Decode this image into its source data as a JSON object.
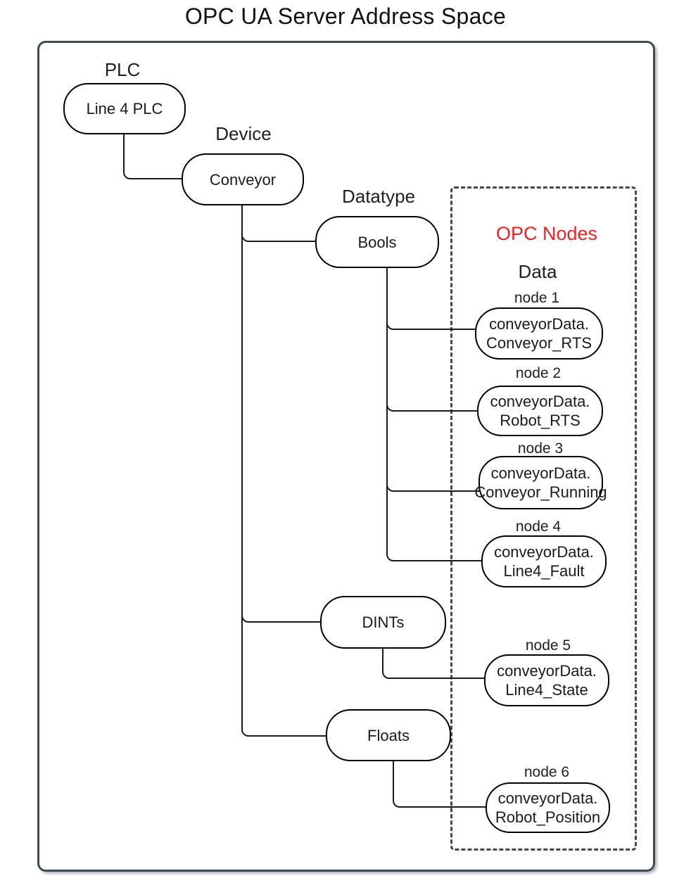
{
  "colors": {
    "accent_red": "#F91D1D",
    "line": "#1A1A1A",
    "frame": "#3E4A54"
  },
  "title": "OPC UA Server Address Space",
  "tree": {
    "plc": {
      "group_label": "PLC",
      "node_label": "Line 4 PLC"
    },
    "device": {
      "group_label": "Device",
      "node_label": "Conveyor"
    },
    "datatype": {
      "group_label": "Datatype",
      "bools_label": "Bools",
      "dints_label": "DINTs",
      "floats_label": "Floats"
    }
  },
  "opc_panel": {
    "title": "OPC Nodes",
    "subtitle": "Data",
    "nodes": [
      {
        "label": "node 1",
        "line1": "conveyorData.",
        "line2": "Conveyor_RTS"
      },
      {
        "label": "node 2",
        "line1": "conveyorData.",
        "line2": "Robot_RTS"
      },
      {
        "label": "node 3",
        "line1": "conveyorData.",
        "line2": "Conveyor_Running"
      },
      {
        "label": "node 4",
        "line1": "conveyorData.",
        "line2": "Line4_Fault"
      },
      {
        "label": "node 5",
        "line1": "conveyorData.",
        "line2": "Line4_State"
      },
      {
        "label": "node 6",
        "line1": "conveyorData.",
        "line2": "Robot_Position"
      }
    ]
  }
}
